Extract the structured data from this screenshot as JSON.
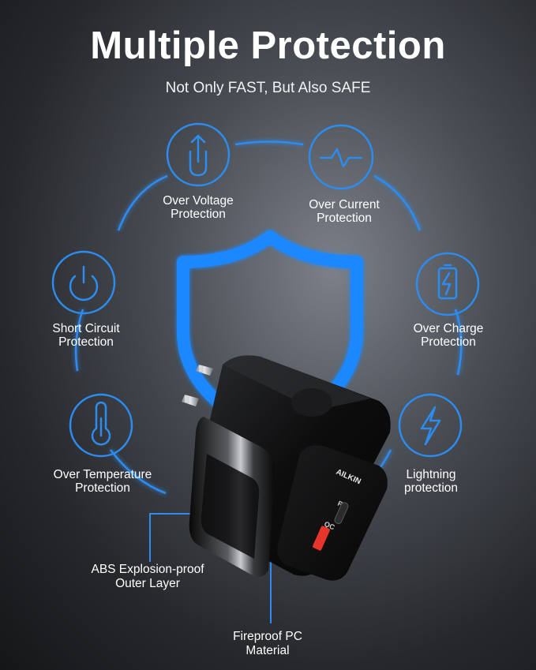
{
  "header": {
    "title": "Multiple Protection",
    "subtitle": "Not Only FAST, But Also SAFE"
  },
  "features": [
    {
      "icon": "arrow-up-icon",
      "line1": "Over Voltage",
      "line2": "Protection"
    },
    {
      "icon": "pulse-wave-icon",
      "line1": "Over Current",
      "line2": "Protection"
    },
    {
      "icon": "power-icon",
      "line1": "Short Circuit",
      "line2": "Protection"
    },
    {
      "icon": "battery-charge-icon",
      "line1": "Over Charge",
      "line2": "Protection"
    },
    {
      "icon": "thermometer-icon",
      "line1": "Over Temperature",
      "line2": "Protection"
    },
    {
      "icon": "lightning-icon",
      "line1": "Lightning",
      "line2": "protection"
    }
  ],
  "callouts": [
    {
      "line1": "ABS Explosion-proof",
      "line2": "Outer Layer"
    },
    {
      "line1": "Fireproof PC",
      "line2": "Material"
    }
  ],
  "product": {
    "brand": "AILKIN",
    "port1": "PD",
    "port2": "QC"
  },
  "colors": {
    "accent": "#2d8cf0",
    "shield": "#1e88ff",
    "charger": "#0b0b0c",
    "usb_a": "#e8352b"
  }
}
